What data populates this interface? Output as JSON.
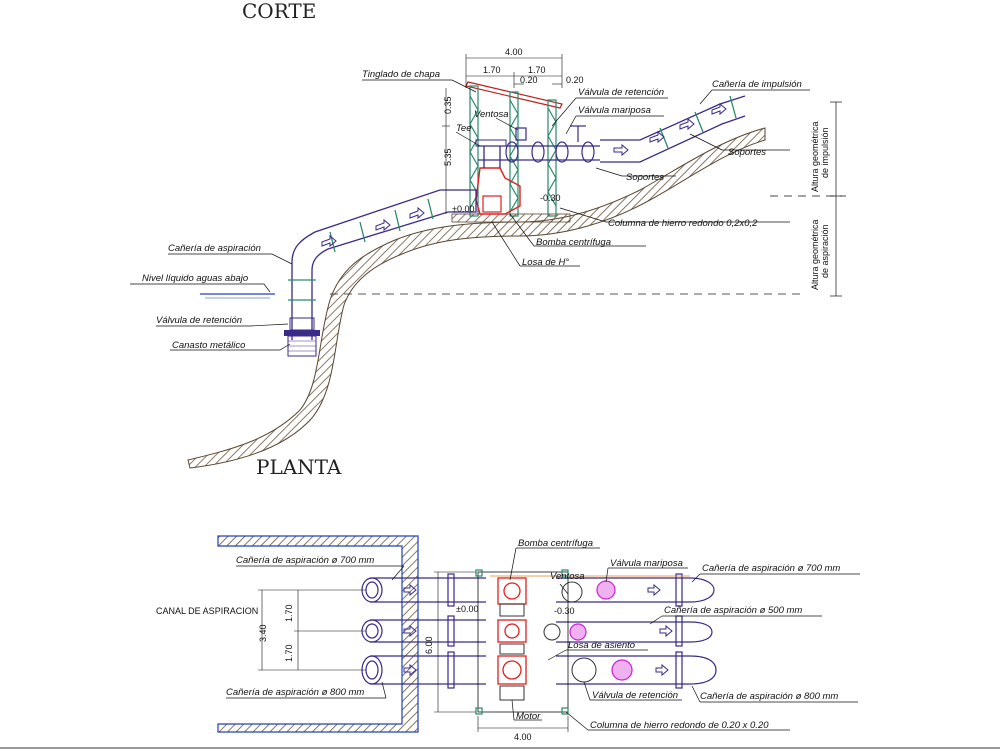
{
  "sections": {
    "corte": "CORTE",
    "planta": "PLANTA"
  },
  "corte": {
    "dims": {
      "total_width": "4.00",
      "left_width": "1.70",
      "right_width": "1.70",
      "gap1": "0.20",
      "gap2": "0.20",
      "height1": "0.35",
      "height2": "5.35",
      "elev_zero": "±0.00",
      "elev_030": "-0.30"
    },
    "labels": {
      "tinglado": "Tinglado de chapa",
      "valvula_retencion_top": "Válvula de retención",
      "valvula_mariposa": "Válvula mariposa",
      "caneria_impulsion": "Cañería de impulsión",
      "ventosa": "Ventosa",
      "tee": "Tee",
      "soportes_right": "Soportes",
      "soportes_mid": "Soportes",
      "columna": "Columna de hierro redondo 0,2x0,2",
      "bomba": "Bomba centrífuga",
      "losa": "Losa de H°",
      "caneria_aspiracion": "Cañería de aspiración",
      "nivel_liquido": "Nivel líquido aguas abajo",
      "valvula_retencion_low": "Válvula de retención",
      "canasto": "Canasto metálico",
      "altura_impulsion": [
        "Altura geométrica",
        "de impulsión"
      ],
      "altura_aspiracion": [
        "Altura geométrica",
        "de aspiración"
      ]
    }
  },
  "planta": {
    "labels": {
      "bomba": "Bomba centrífuga",
      "valvula_mariposa": "Válvula mariposa",
      "ventosa": "Ventosa",
      "asp_700_left": "Cañería de aspiración ø 700 mm",
      "asp_700_right": "Cañería de aspiración ø 700 mm",
      "asp_500": "Cañería de aspiración ø 500 mm",
      "asp_800_left": "Cañería de aspiración ø 800 mm",
      "asp_800_right": "Cañería de aspiración ø 800 mm",
      "canal": "CANAL DE ASPIRACION",
      "losa": "Losa de asiento",
      "valvula_retencion": "Válvula de retención",
      "motor": "Motor",
      "columna": "Columna de hierro redondo de 0.20 x 0.20"
    },
    "dims": {
      "d340": "3.40",
      "d170a": "1.70",
      "d170b": "1.70",
      "d600": "6.00",
      "d400": "4.00",
      "elev_zero": "±0.00",
      "elev_030": "-0.30"
    }
  },
  "colors": {
    "pipe": "#3a2a8a",
    "pump": "#e02020",
    "valve": "#d020d0",
    "support": "#2a8a6a",
    "ground": "#5a4632",
    "water": "#2040c0"
  }
}
